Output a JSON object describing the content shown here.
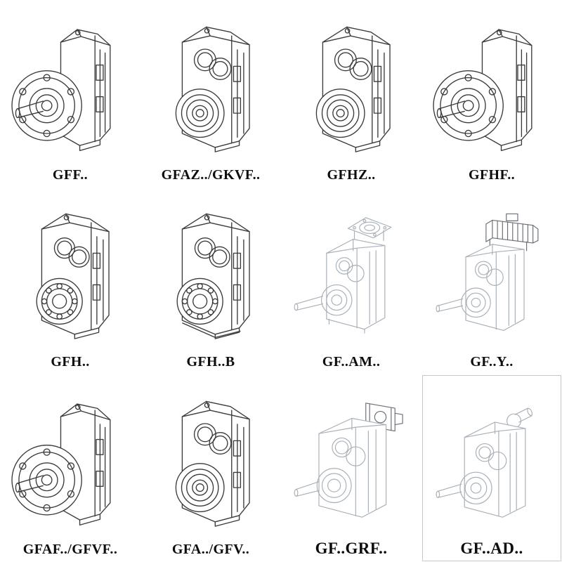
{
  "colors": {
    "ink": "#3b3b3b",
    "faint": "#a9b0b8",
    "motor_ink": "#6a6f76"
  },
  "grid": {
    "items": [
      {
        "label": "GFF..",
        "drawing": "flange-mounted-gear-unit"
      },
      {
        "label": "GFAZ../GKVF..",
        "drawing": "shaft-mounted-gear-unit"
      },
      {
        "label": "GFHZ..",
        "drawing": "shaft-mounted-gear-unit"
      },
      {
        "label": "GFHF..",
        "drawing": "flange-mounted-gear-unit"
      },
      {
        "label": "GFH..",
        "drawing": "hollow-shaft-gear-unit"
      },
      {
        "label": "GFH..B",
        "drawing": "hollow-shaft-gear-unit-base"
      },
      {
        "label": "GF..AM..",
        "drawing": "gear-unit-with-motor-adapter"
      },
      {
        "label": "GF..Y..",
        "drawing": "gear-unit-with-mounted-motor"
      },
      {
        "label": "GFAF../GFVF..",
        "drawing": "flange-mounted-gear-unit"
      },
      {
        "label": "GFA../GFV..",
        "drawing": "shaft-mounted-gear-unit"
      },
      {
        "label": "GF..GRF..",
        "drawing": "gear-unit-with-input-flange"
      },
      {
        "label": "GF..AD..",
        "drawing": "gear-unit-with-input-shaft"
      }
    ]
  }
}
